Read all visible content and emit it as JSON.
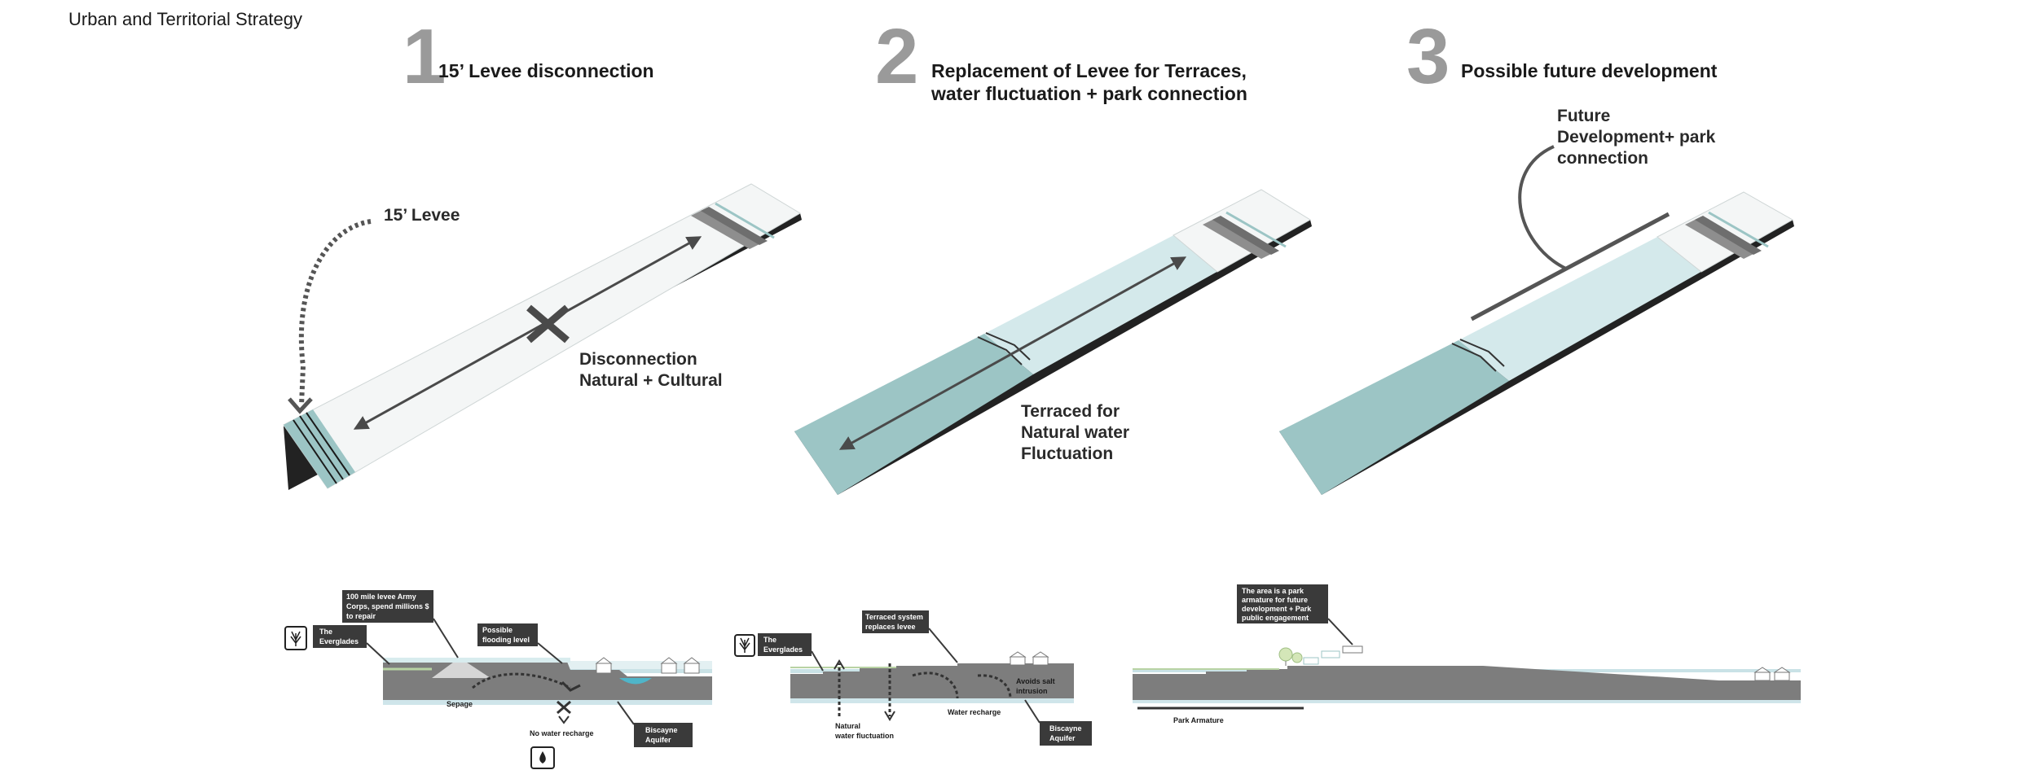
{
  "page_title": "Urban and Territorial Strategy",
  "steps": [
    {
      "number": "1",
      "title_lines": [
        "15’ Levee disconnection"
      ]
    },
    {
      "number": "2",
      "title_lines": [
        "Replacement of Levee for Terraces,",
        "water fluctuation + park connection"
      ]
    },
    {
      "number": "3",
      "title_lines": [
        "Possible future development"
      ]
    }
  ],
  "panel1": {
    "levee_label": "15’ Levee",
    "disconnection_lines": [
      "Disconnection",
      "Natural + Cultural"
    ]
  },
  "panel2": {
    "terraced_lines": [
      "Terraced for",
      "Natural water",
      "Fluctuation"
    ]
  },
  "panel3": {
    "future_lines": [
      "Future",
      "Development+ park",
      "connection"
    ]
  },
  "section1": {
    "levee_callout": [
      "100 mile levee Army",
      "Corps, spend millions $",
      "to repair"
    ],
    "everglades_callout": [
      "The",
      "Everglades"
    ],
    "flooding_callout": [
      "Possible",
      "flooding level"
    ],
    "seepage": "Sepage",
    "no_recharge": "No water recharge",
    "aquifer_callout": [
      "Biscayne",
      "Aquifer"
    ]
  },
  "section2": {
    "everglades_callout": [
      "The",
      "Everglades"
    ],
    "terraced_callout": [
      "Terraced system",
      "replaces levee"
    ],
    "avoid_salt": [
      "Avoids salt",
      "intrusion"
    ],
    "natural_fluct": [
      "Natural",
      "water fluctuation"
    ],
    "water_recharge": "Water recharge",
    "aquifer_callout": [
      "Biscayne",
      "Aquifer"
    ]
  },
  "section3": {
    "park_callout": [
      "The area is a park",
      "armature for future",
      "development + Park",
      "public engagement"
    ],
    "park_armature": "Park Armature"
  },
  "colors": {
    "step_number": "#9a9a9a",
    "water_teal": "#9cc5c5",
    "water_light": "#d4e9eb",
    "ground_gray": "#7d7d7d",
    "callout_bg": "#3a3a3a"
  }
}
